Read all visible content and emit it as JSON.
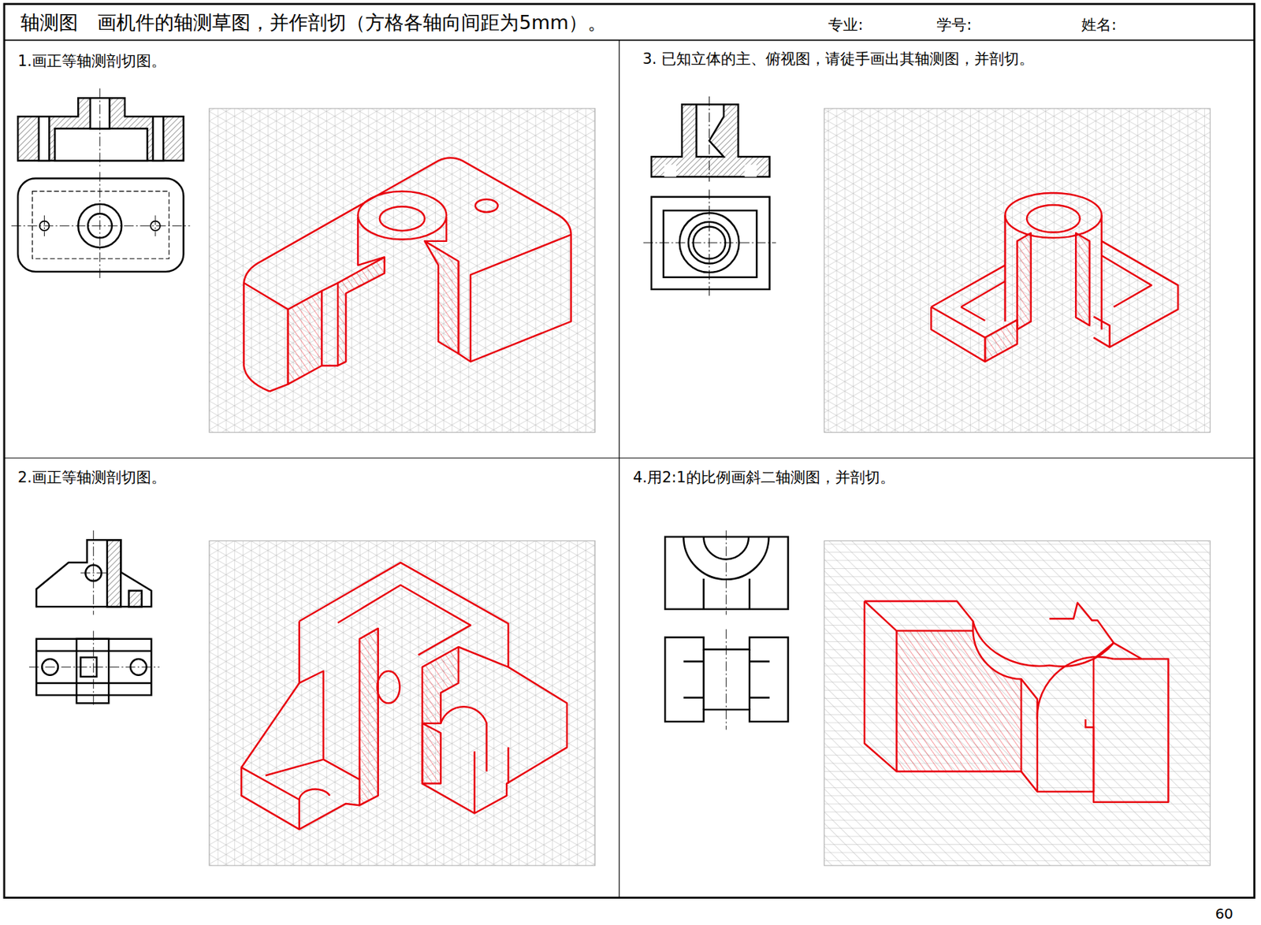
{
  "diagram": {
    "title": "轴测图　画机件的轴测草图，并作剖切（方格各轴向间距为5mm）。",
    "nodes": [
      {
        "text": [
          "1.画正等轴测剖切图。"
        ]
      },
      {
        "text": [
          "3. 已知立体的主、俯视图，请徒手画出其轴测图，并剖切。"
        ]
      },
      {
        "text": [
          "2.画正等轴测剖切图。"
        ]
      },
      {
        "text": [
          "4.用2:1的比例画斜二轴测图，并剖切。"
        ]
      }
    ],
    "labels": [
      "专业:",
      "学号:",
      "姓名:",
      "60"
    ]
  }
}
